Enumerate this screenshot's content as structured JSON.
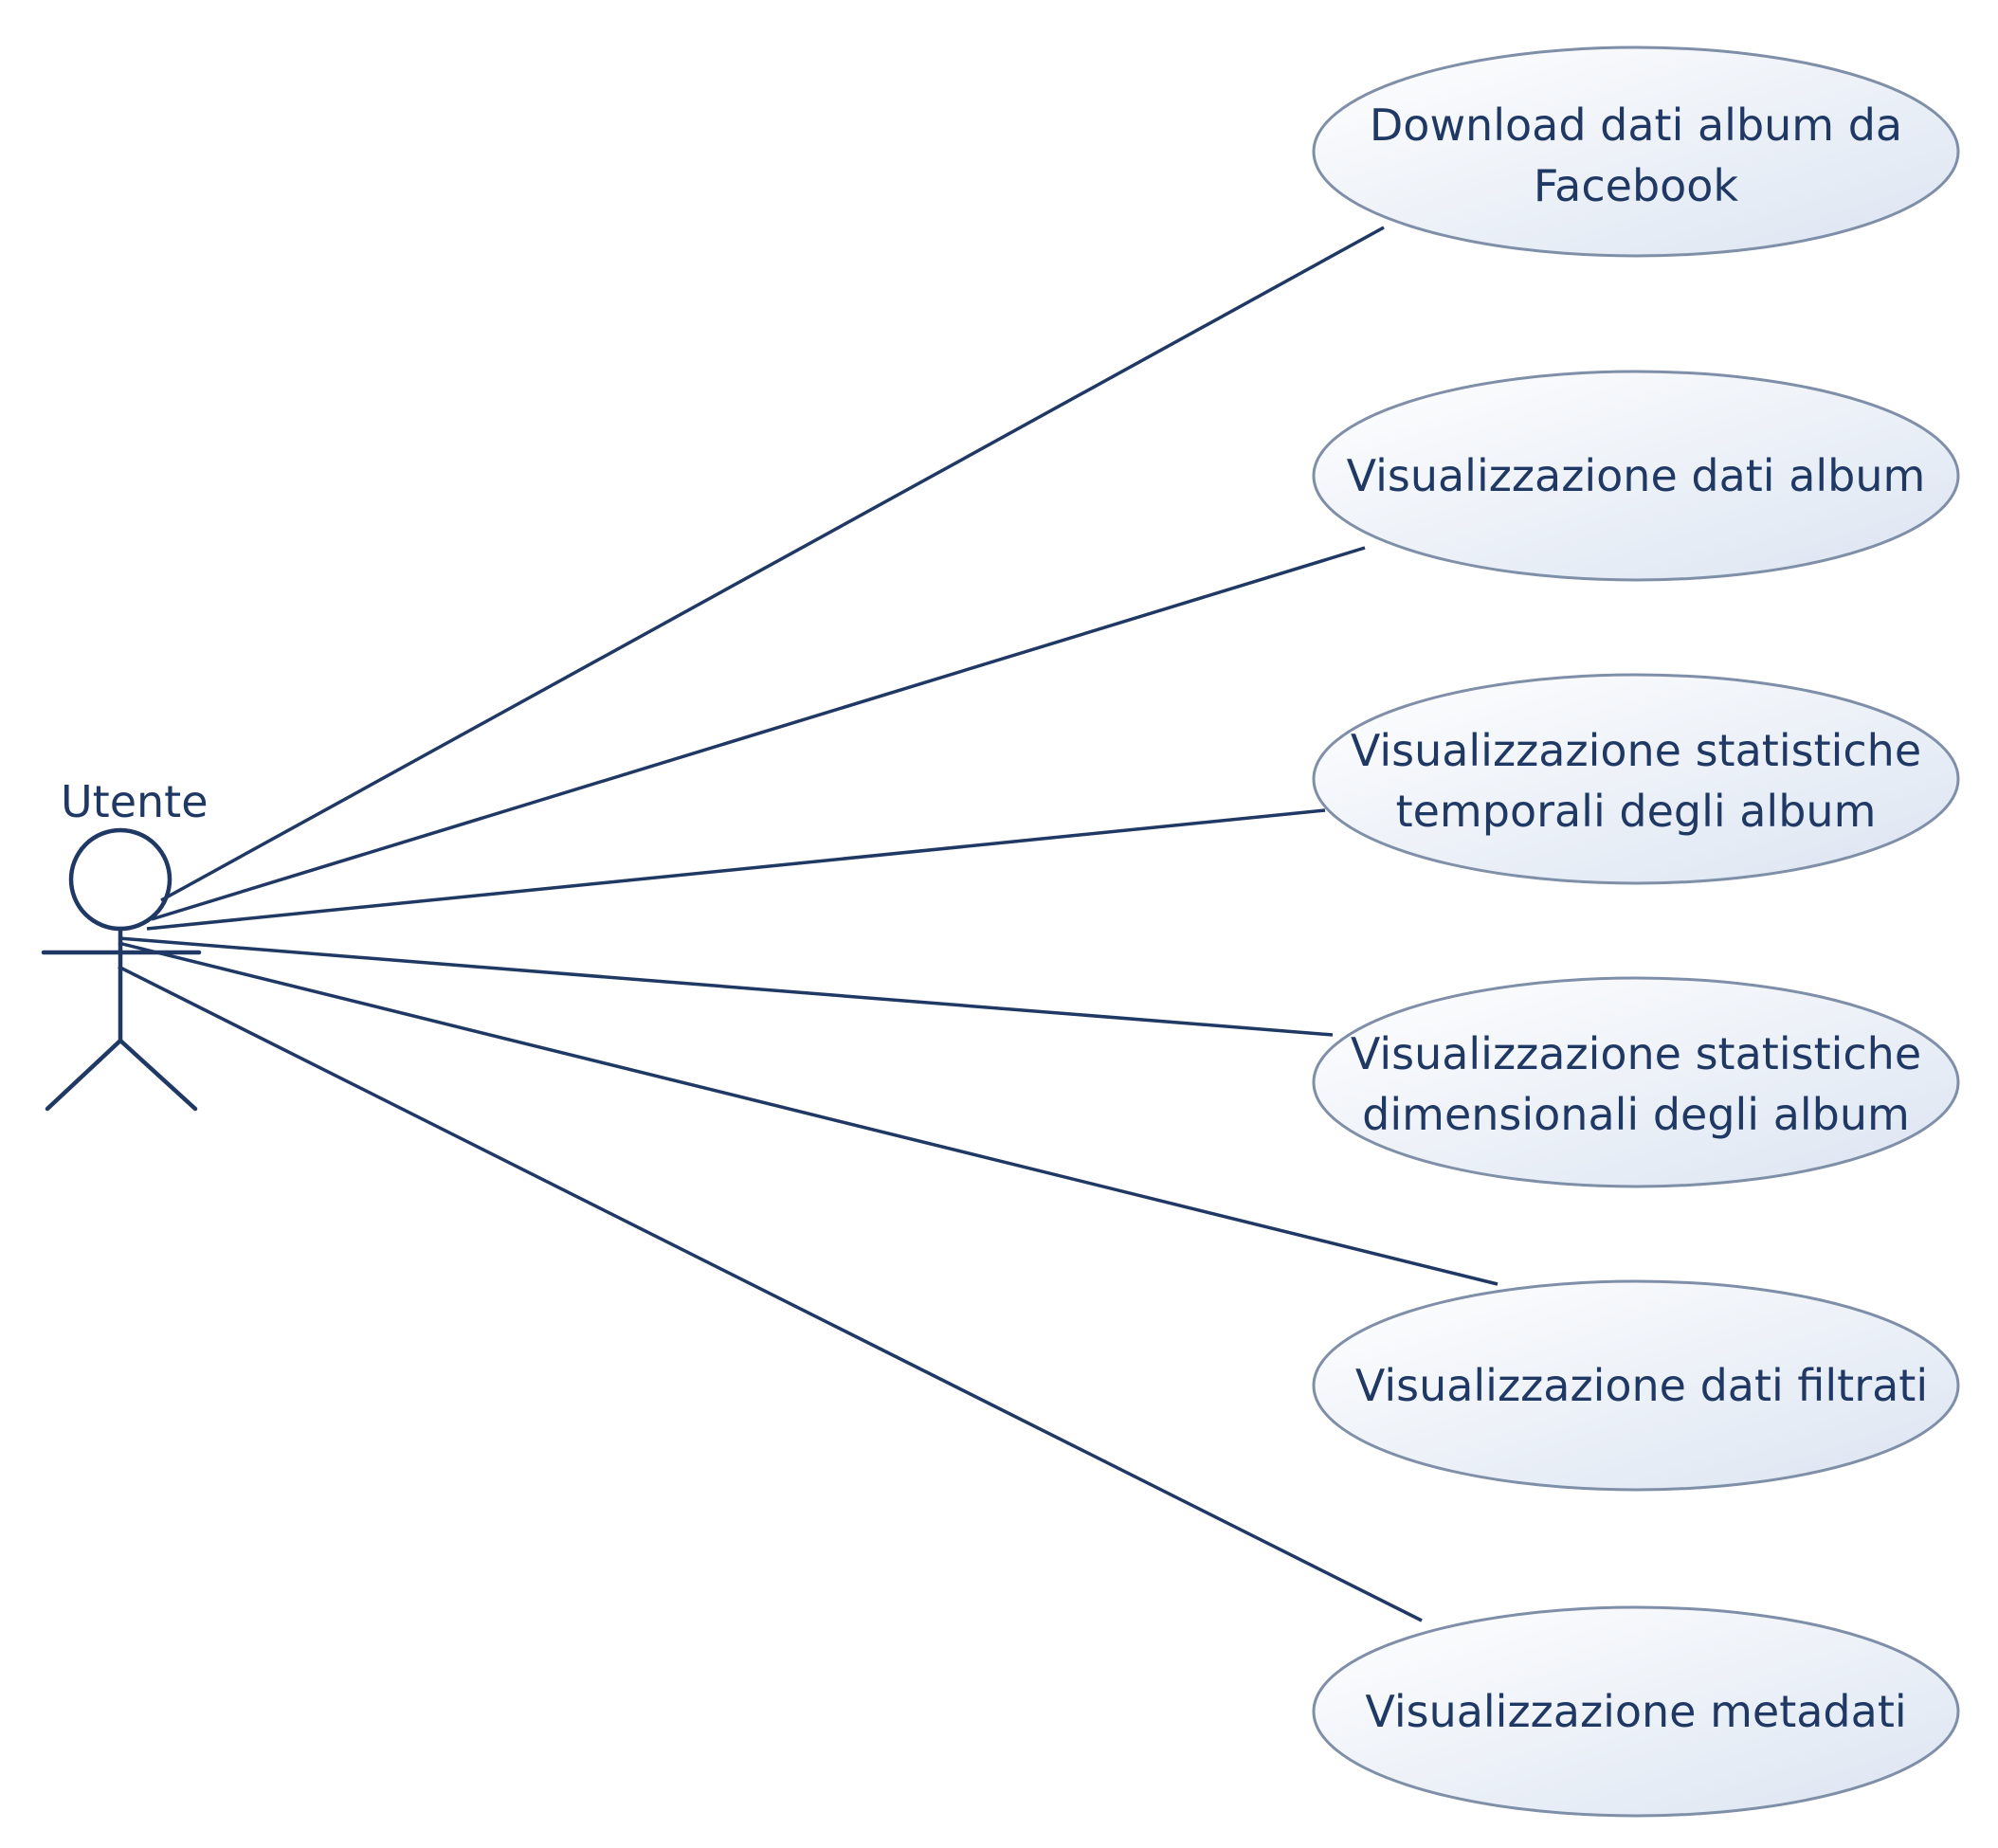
{
  "actor": {
    "label": "Utente",
    "icon": "stick-figure-actor-icon"
  },
  "use_cases": [
    {
      "id": "uc1",
      "lines": [
        "Download dati album da",
        "Facebook"
      ]
    },
    {
      "id": "uc2",
      "lines": [
        "Visualizzazione dati album"
      ]
    },
    {
      "id": "uc3",
      "lines": [
        "Visualizzazione statistiche",
        "temporali degli album"
      ]
    },
    {
      "id": "uc4",
      "lines": [
        "Visualizzazione statistiche",
        "dimensionali degli album"
      ]
    },
    {
      "id": "uc5",
      "lines": [
        "Visualizzazione dati filtrati"
      ]
    },
    {
      "id": "uc6",
      "lines": [
        "Visualizzazione metadati"
      ]
    }
  ],
  "colors": {
    "text": "#1f3864",
    "line": "#1f3864",
    "ellipse_fill_light": "#ffffff",
    "ellipse_fill_dark": "#dbe4f1",
    "ellipse_stroke": "#7f8fa8"
  }
}
